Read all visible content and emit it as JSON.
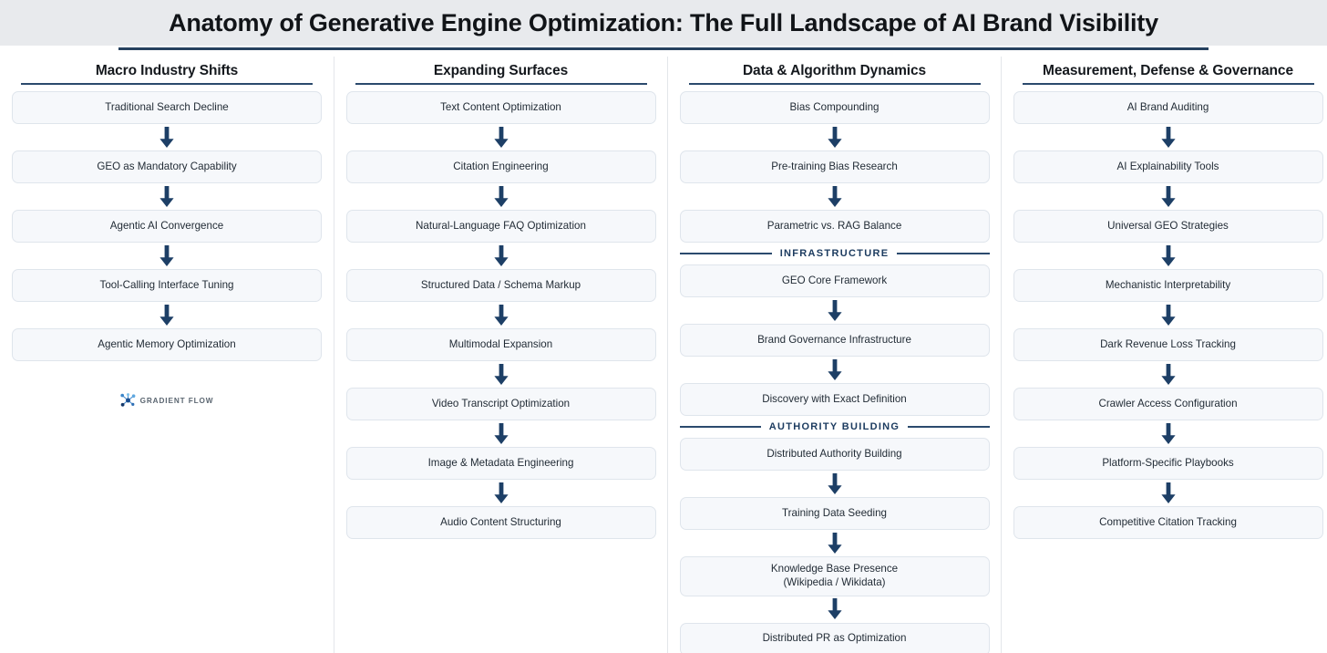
{
  "header": {
    "title": "Anatomy of Generative Engine Optimization: The Full Landscape of AI Brand Visibility"
  },
  "brand": {
    "name": "GRADIENT FLOW",
    "logo_icon": "network-nodes-icon"
  },
  "colors": {
    "header_band": "#e8eaed",
    "accent_navy": "#2b4a6d",
    "arrow_navy": "#1d3f66",
    "node_fill": "#f6f8fb",
    "node_border": "#dfe5ec",
    "divider_label": "#1d3c60",
    "page_background": "#ffffff"
  },
  "columns": [
    {
      "title": "Macro Industry Shifts",
      "items": [
        {
          "type": "node",
          "label": "Traditional Search Decline"
        },
        {
          "type": "arrow"
        },
        {
          "type": "node",
          "label": "GEO as Mandatory Capability"
        },
        {
          "type": "arrow"
        },
        {
          "type": "node",
          "label": "Agentic AI Convergence"
        },
        {
          "type": "arrow"
        },
        {
          "type": "node",
          "label": "Tool-Calling Interface Tuning"
        },
        {
          "type": "arrow"
        },
        {
          "type": "node",
          "label": "Agentic Memory Optimization"
        }
      ]
    },
    {
      "title": "Expanding Surfaces",
      "items": [
        {
          "type": "node",
          "label": "Text Content Optimization"
        },
        {
          "type": "arrow"
        },
        {
          "type": "node",
          "label": "Citation Engineering"
        },
        {
          "type": "arrow"
        },
        {
          "type": "node",
          "label": "Natural-Language FAQ Optimization"
        },
        {
          "type": "arrow"
        },
        {
          "type": "node",
          "label": "Structured Data / Schema Markup"
        },
        {
          "type": "arrow"
        },
        {
          "type": "node",
          "label": "Multimodal Expansion"
        },
        {
          "type": "arrow"
        },
        {
          "type": "node",
          "label": "Video Transcript Optimization"
        },
        {
          "type": "arrow"
        },
        {
          "type": "node",
          "label": "Image & Metadata Engineering"
        },
        {
          "type": "arrow"
        },
        {
          "type": "node",
          "label": "Audio Content Structuring"
        }
      ]
    },
    {
      "title": "Data & Algorithm Dynamics",
      "items": [
        {
          "type": "node",
          "label": "Bias Compounding"
        },
        {
          "type": "arrow"
        },
        {
          "type": "node",
          "label": "Pre-training Bias Research"
        },
        {
          "type": "arrow"
        },
        {
          "type": "node",
          "label": "Parametric vs. RAG Balance"
        },
        {
          "type": "divider",
          "label": "INFRASTRUCTURE"
        },
        {
          "type": "node",
          "label": "GEO Core Framework"
        },
        {
          "type": "arrow"
        },
        {
          "type": "node",
          "label": "Brand Governance Infrastructure"
        },
        {
          "type": "arrow"
        },
        {
          "type": "node",
          "label": "Discovery with Exact Definition"
        },
        {
          "type": "divider",
          "label": "AUTHORITY BUILDING"
        },
        {
          "type": "node",
          "label": "Distributed Authority Building"
        },
        {
          "type": "arrow"
        },
        {
          "type": "node",
          "label": "Training Data Seeding"
        },
        {
          "type": "arrow"
        },
        {
          "type": "node",
          "label": "Knowledge Base Presence",
          "label2": "(Wikipedia / Wikidata)"
        },
        {
          "type": "arrow"
        },
        {
          "type": "node",
          "label": "Distributed PR as Optimization"
        }
      ]
    },
    {
      "title": "Measurement, Defense & Governance",
      "items": [
        {
          "type": "node",
          "label": "AI Brand Auditing"
        },
        {
          "type": "arrow"
        },
        {
          "type": "node",
          "label": "AI Explainability Tools"
        },
        {
          "type": "arrow"
        },
        {
          "type": "node",
          "label": "Universal GEO Strategies"
        },
        {
          "type": "arrow"
        },
        {
          "type": "node",
          "label": "Mechanistic Interpretability"
        },
        {
          "type": "arrow"
        },
        {
          "type": "node",
          "label": "Dark Revenue Loss Tracking"
        },
        {
          "type": "arrow"
        },
        {
          "type": "node",
          "label": "Crawler Access Configuration"
        },
        {
          "type": "arrow"
        },
        {
          "type": "node",
          "label": "Platform-Specific Playbooks"
        },
        {
          "type": "arrow"
        },
        {
          "type": "node",
          "label": "Competitive Citation Tracking"
        }
      ]
    }
  ]
}
